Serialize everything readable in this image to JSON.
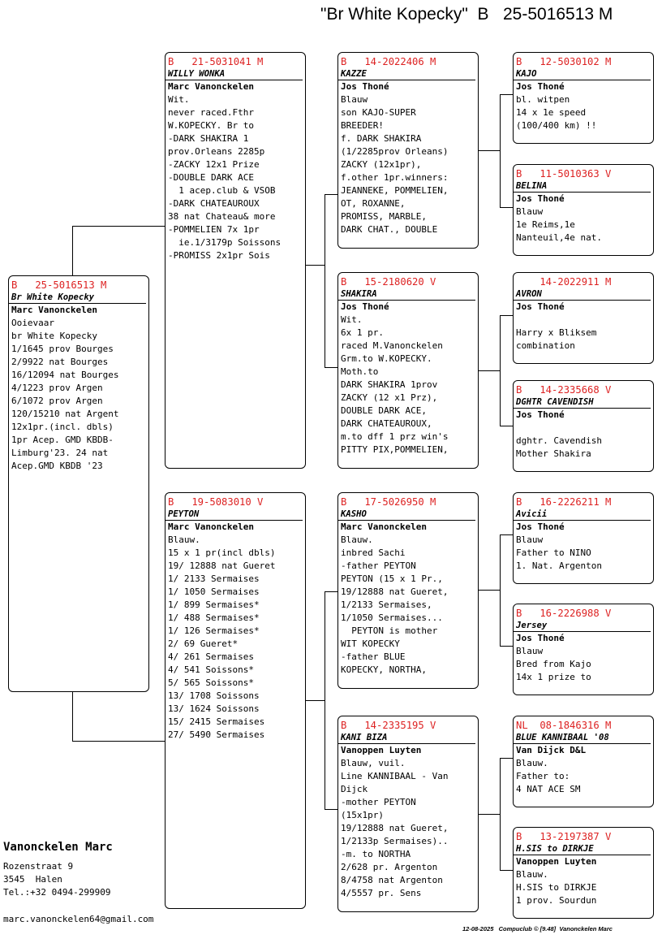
{
  "title": "\"Br White Kopecky\"  B   25-5016513 M",
  "birds": {
    "subject": {
      "ring": "B   25-5016513 M",
      "name": "Br White Kopecky",
      "owner": "Marc Vanonckelen",
      "lines": [
        "Ooievaar",
        "br White Kopecky",
        "1/1645 prov Bourges",
        "2/9922 nat Bourges",
        "16/12094 nat Bourges",
        "4/1223 prov Argen",
        "6/1072 prov Argen",
        "120/15210 nat Argent",
        "12x1pr.(incl. dbls)",
        "1pr Acep. GMD KBDB-",
        "Limburg'23. 24 nat",
        "Acep.GMD KBDB '23"
      ]
    },
    "father": {
      "ring": "B   21-5031041 M",
      "name": "WILLY WONKA",
      "owner": "Marc Vanonckelen",
      "lines": [
        "Wit.",
        "never raced.Fthr",
        "W.KOPECKY. Br to",
        "-DARK SHAKIRA 1",
        "prov.Orleans 2285p",
        "-ZACKY 12x1 Prize",
        "-DOUBLE DARK ACE",
        "  1 acep.club & VSOB",
        "-DARK CHATEAUROUX",
        "38 nat Chateau& more",
        "-POMMELIEN 7x 1pr",
        "  ie.1/3179p Soissons",
        "-PROMISS 2x1pr Sois"
      ]
    },
    "mother": {
      "ring": "B   19-5083010 V",
      "name": "PEYTON",
      "owner": "Marc Vanonckelen",
      "lines": [
        "Blauw.",
        "15 x 1 pr(incl dbls)",
        "19/ 12888 nat Gueret",
        "1/ 2133 Sermaises",
        "1/ 1050 Sermaises",
        "1/ 899 Sermaises*",
        "1/ 488 Sermaises*",
        "1/ 126 Sermaises*",
        "2/ 69 Gueret*",
        "4/ 261 Sermaises",
        "4/ 541 Soissons*",
        "5/ 565 Soissons*",
        "13/ 1708 Soissons",
        "13/ 1624 Soissons",
        "15/ 2415 Sermaises",
        "27/ 5490 Sermaises"
      ]
    },
    "ff": {
      "ring": "B   14-2022406 M",
      "name": "KAZZE",
      "owner": "Jos Thoné",
      "lines": [
        "Blauw",
        "son KAJO-SUPER",
        "BREEDER!",
        "f. DARK SHAKIRA",
        "(1/2285prov Orleans)",
        "ZACKY (12x1pr),",
        "f.other 1pr.winners:",
        "JEANNEKE, POMMELIEN,",
        "OT, ROXANNE,",
        "PROMISS, MARBLE,",
        "DARK CHAT., DOUBLE"
      ]
    },
    "fm": {
      "ring": "B   15-2180620 V",
      "name": "SHAKIRA",
      "owner": "Jos Thoné",
      "lines": [
        "Wit.",
        "6x 1 pr.",
        "raced M.Vanonckelen",
        "Grm.to W.KOPECKY.",
        "Moth.to",
        "DARK SHAKIRA 1prov",
        "ZACKY (12 x1 Prz),",
        "DOUBLE DARK ACE,",
        "DARK CHATEAUROUX,",
        "m.to dff 1 prz win's",
        "PITTY PIX,POMMELIEN,"
      ]
    },
    "mf": {
      "ring": "B   17-5026950 M",
      "name": "KASHO",
      "owner": "Marc Vanonckelen",
      "lines": [
        "Blauw.",
        "inbred Sachi",
        "-father PEYTON",
        "PEYTON (15 x 1 Pr.,",
        "19/12888 nat Gueret,",
        "1/2133 Sermaises,",
        "1/1050 Sermaises...",
        "  PEYTON is mother",
        "WIT KOPECKY",
        "-father BLUE",
        "KOPECKY, NORTHA,"
      ]
    },
    "mm": {
      "ring": "B   14-2335195 V",
      "name": "KANI BIZA",
      "owner": "Vanoppen Luyten",
      "lines": [
        "Blauw, vuil.",
        "Line KANNIBAAL - Van",
        "Dijck",
        "-mother PEYTON",
        "(15x1pr)",
        "19/12888 nat Gueret,",
        "1/2133p Sermaises)..",
        "-m. to NORTHA",
        "2/628 pr. Argenton",
        "8/4758 nat Argenton",
        "4/5557 pr. Sens"
      ]
    },
    "fff": {
      "ring": "B   12-5030102 M",
      "name": "KAJO",
      "owner": "Jos Thoné",
      "lines": [
        "bl. witpen",
        "14 x 1e speed",
        "(100/400 km) !!"
      ]
    },
    "ffm": {
      "ring": "B   11-5010363 V",
      "name": "BELINA",
      "owner": "Jos Thoné",
      "lines": [
        "Blauw",
        "1e Reims,1e",
        "Nanteuil,4e nat."
      ]
    },
    "fmf": {
      "ring": "    14-2022911 M",
      "name": "AVRON",
      "owner": "Jos Thoné",
      "lines": [
        "",
        "Harry x Bliksem",
        "combination"
      ]
    },
    "fmm": {
      "ring": "B   14-2335668 V",
      "name": "DGHTR CAVENDISH",
      "owner": "Jos Thoné",
      "lines": [
        "",
        "dghtr. Cavendish",
        "Mother Shakira"
      ]
    },
    "mff": {
      "ring": "B   16-2226211 M",
      "name": "Avicii",
      "owner": "Jos Thoné",
      "lines": [
        "Blauw",
        "Father to NINO",
        "1. Nat. Argenton"
      ]
    },
    "mfm": {
      "ring": "B   16-2226988 V",
      "name": "Jersey",
      "owner": "Jos Thoné",
      "lines": [
        "Blauw",
        "Bred from Kajo",
        "14x 1 prize to"
      ]
    },
    "mmf": {
      "ring": "NL  08-1846316 M",
      "name": "BLUE KANNIBAAL '08",
      "owner": "Van Dijck D&L",
      "lines": [
        "Blauw.",
        "Father to:",
        "4 NAT ACE SM"
      ]
    },
    "mmm": {
      "ring": "B   13-2197387 V",
      "name": "H.SIS to DIRKJE",
      "owner": "Vanoppen Luyten",
      "lines": [
        "Blauw.",
        "H.SIS to DIRKJE",
        "1 prov. Sourdun"
      ]
    }
  },
  "breeder": {
    "name": "Vanonckelen Marc",
    "street": "Rozenstraat 9",
    "city": "3545  Halen",
    "tel": "Tel.:+32 0494-299909",
    "email": "marc.vanonckelen64@gmail.com"
  },
  "footer": {
    "date": "12-08-2025",
    "software": "Compuclub © [9.48]",
    "owner": "Vanonckelen Marc"
  }
}
